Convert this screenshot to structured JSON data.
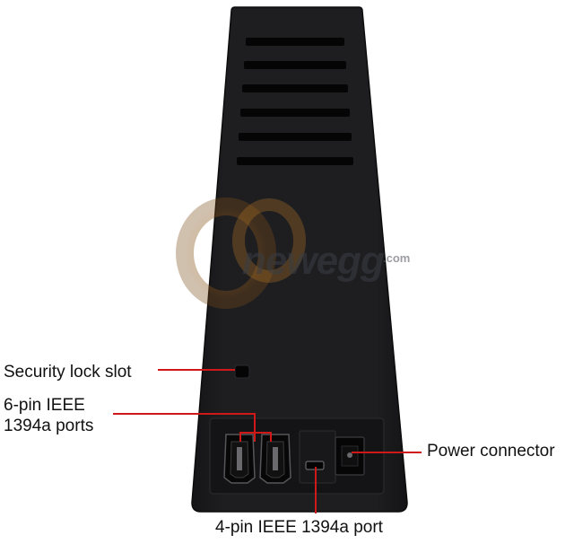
{
  "watermark": {
    "brand": "newegg",
    "suffix": ".com"
  },
  "callouts": {
    "security_lock": "Security lock slot",
    "six_pin_line1": "6-pin IEEE",
    "six_pin_line2": "1394a ports",
    "power": "Power connector",
    "four_pin": "4-pin IEEE 1394a port"
  },
  "colors": {
    "device_body": "#1b1b1d",
    "callout_line": "#d01818",
    "port_panel": "#111113"
  }
}
